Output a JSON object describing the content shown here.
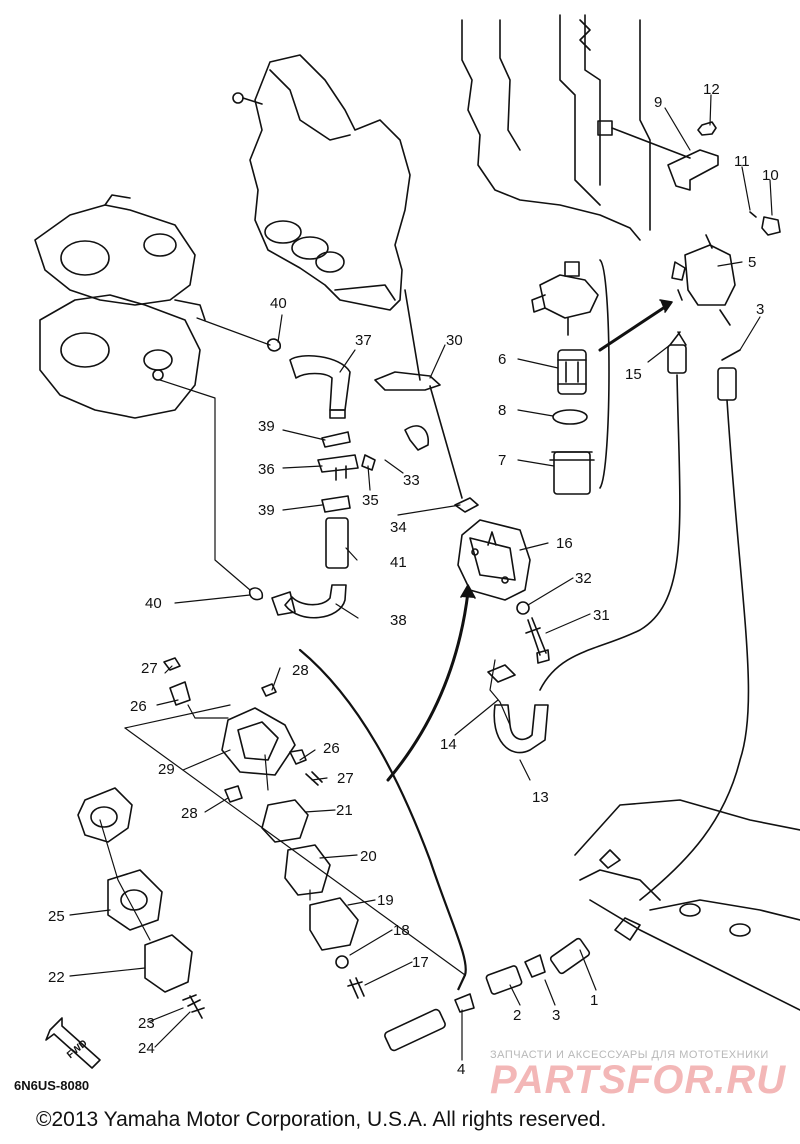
{
  "diagram": {
    "code": "6N6US-8080",
    "copyright": "©2013 Yamaha Motor Corporation, U.S.A. All rights reserved.",
    "fwd_label": "FWD",
    "watermark": {
      "tagline": "ЗАПЧАСТИ И АКСЕССУАРЫ ДЛЯ МОТОТЕХНИКИ",
      "brand": "PARTSFOR.RU",
      "color": "#e88a8a"
    },
    "callouts": [
      "1",
      "2",
      "3",
      "3",
      "4",
      "5",
      "6",
      "7",
      "8",
      "9",
      "10",
      "11",
      "12",
      "13",
      "14",
      "15",
      "16",
      "17",
      "18",
      "19",
      "20",
      "21",
      "22",
      "23",
      "24",
      "25",
      "26",
      "26",
      "27",
      "27",
      "28",
      "28",
      "29",
      "30",
      "31",
      "32",
      "33",
      "34",
      "35",
      "36",
      "37",
      "38",
      "39",
      "39",
      "40",
      "40",
      "41"
    ]
  }
}
